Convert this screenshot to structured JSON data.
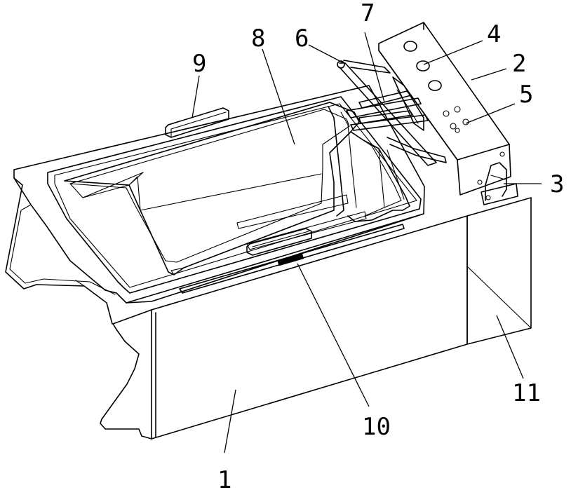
{
  "figure": {
    "callouts": [
      {
        "id": "1",
        "text": "1"
      },
      {
        "id": "2",
        "text": "2"
      },
      {
        "id": "3",
        "text": "3"
      },
      {
        "id": "4",
        "text": "4"
      },
      {
        "id": "5",
        "text": "5"
      },
      {
        "id": "6",
        "text": "6"
      },
      {
        "id": "7",
        "text": "7"
      },
      {
        "id": "8",
        "text": "8"
      },
      {
        "id": "9",
        "text": "9"
      },
      {
        "id": "10",
        "text": "10"
      },
      {
        "id": "11",
        "text": "11"
      }
    ]
  }
}
